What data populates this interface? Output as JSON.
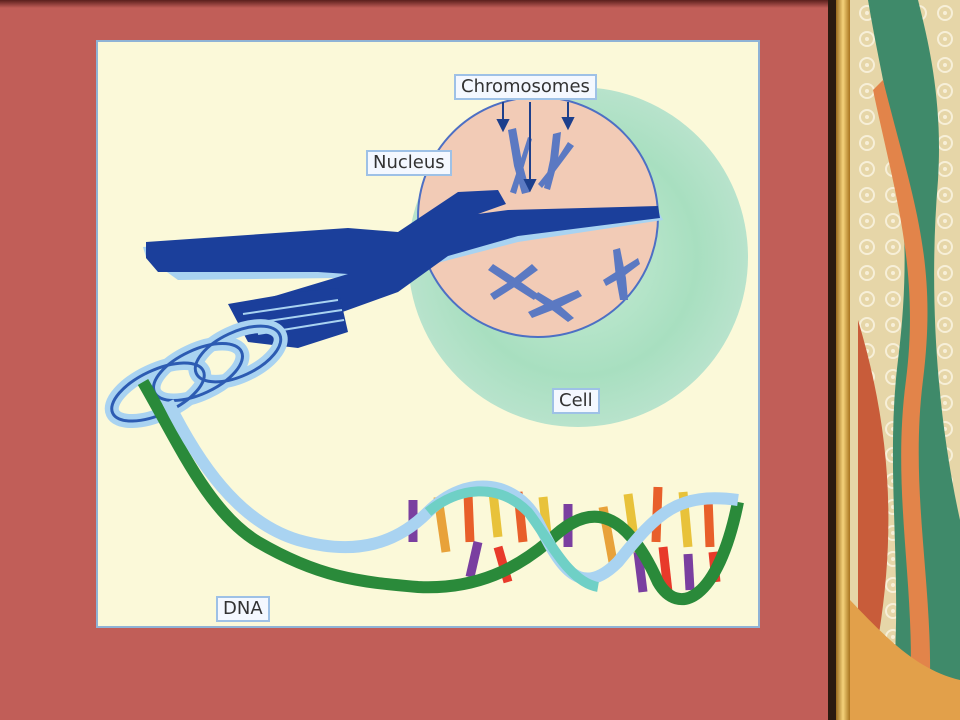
{
  "labels": {
    "chromosomes": "Chromosomes",
    "nucleus": "Nucleus",
    "cell": "Cell",
    "dna": "DNA"
  },
  "colors": {
    "background": "#c15e58",
    "panel": "#fbf9d9",
    "cell": "#9ed7b8",
    "nucleus": "#f2c9b0",
    "chromosome": "#1b3f9b",
    "dna_strand_light": "#a9d3f1",
    "dna_strand_green": "#2a8a3a"
  }
}
